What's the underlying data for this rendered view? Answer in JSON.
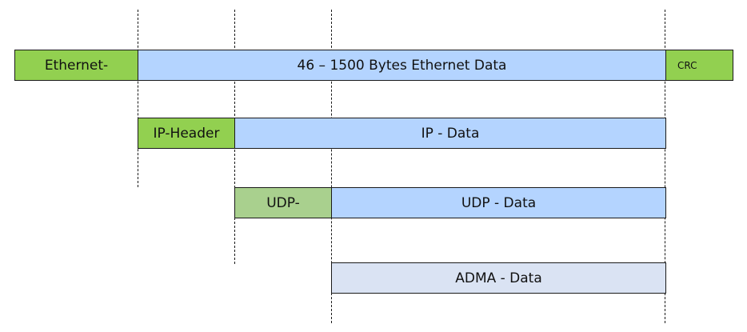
{
  "colors": {
    "header_green": "#92d050",
    "udp_header_green": "#a9d08e",
    "payload_blue": "#b4d4ff",
    "adma_blue": "#dae3f3",
    "line": "#1a1a1a"
  },
  "ethernet": {
    "header": "Ethernet-",
    "data": "46 – 1500 Bytes Ethernet Data",
    "crc": "CRC"
  },
  "ip": {
    "header": "IP-Header",
    "data": "IP - Data"
  },
  "udp": {
    "header": "UDP-",
    "data": "UDP - Data"
  },
  "adma": {
    "data": "ADMA - Data"
  }
}
